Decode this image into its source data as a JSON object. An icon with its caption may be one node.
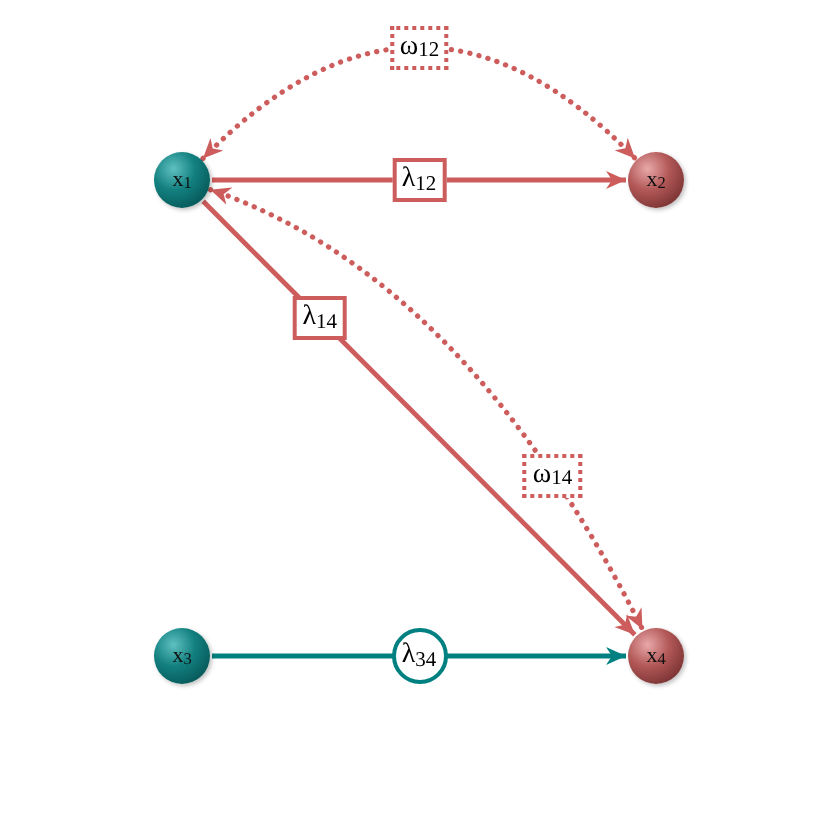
{
  "diagram": {
    "nodes": [
      {
        "text": [
          "x$_{1}$"
        ]
      },
      {
        "text": [
          "x$_{2}$"
        ]
      },
      {
        "text": [
          "x$_{3}$"
        ]
      },
      {
        "text": [
          "x$_{4}$"
        ]
      }
    ],
    "edges": [
      {
        "from": 0,
        "to": 1,
        "arrow": "both",
        "label": "ω$_{12}$",
        "style": "dashed"
      },
      {
        "from": 0,
        "to": 1,
        "arrow": "to",
        "label": "λ$_{12}$"
      },
      {
        "from": 0,
        "to": 3,
        "arrow": "to",
        "label": "λ$_{14}$"
      },
      {
        "from": 0,
        "to": 3,
        "arrow": "both",
        "label": "ω$_{14}$",
        "style": "dashed"
      },
      {
        "from": 2,
        "to": 3,
        "arrow": "to",
        "label": "λ$_{34}$",
        "color": "#008080"
      }
    ]
  }
}
